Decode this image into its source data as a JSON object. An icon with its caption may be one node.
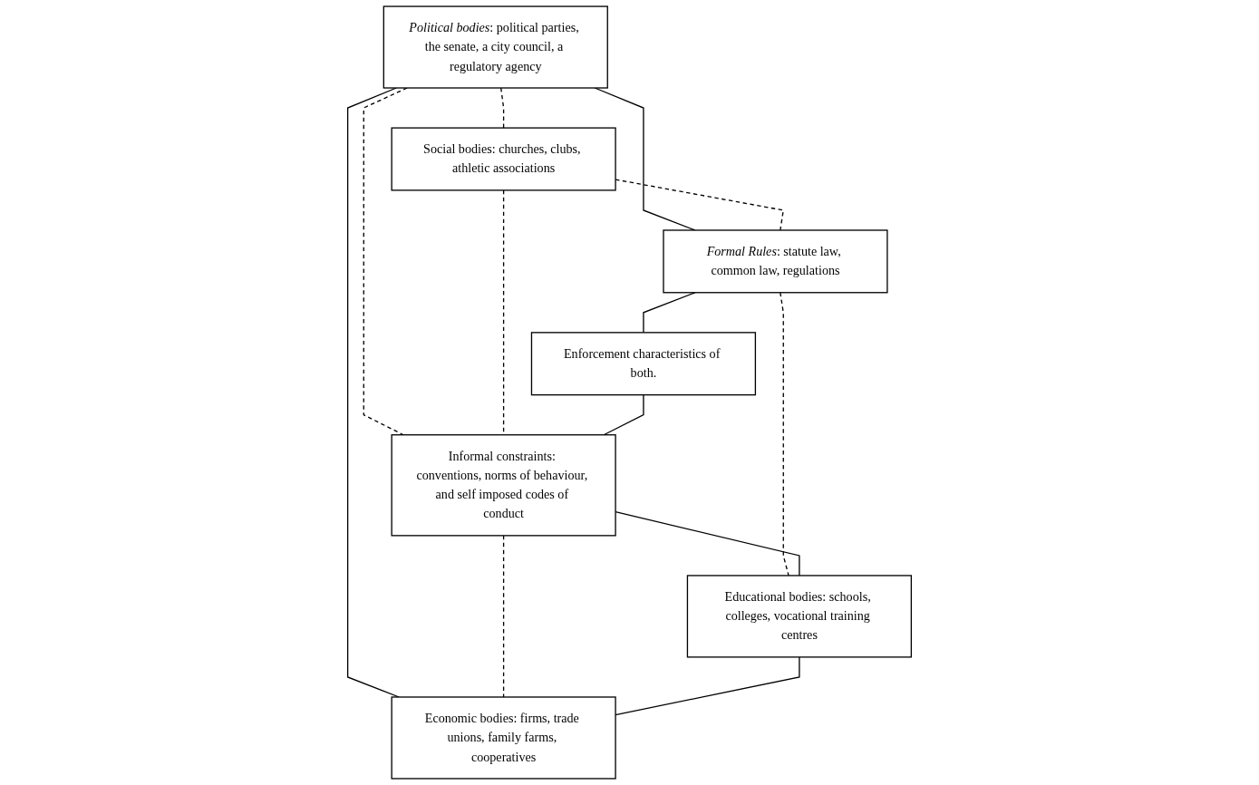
{
  "diagram": {
    "nodes": [
      {
        "text": [
          "*Political bodies*: political parties, the senate, a city council, a regulatory agency"
        ]
      },
      {
        "text": [
          "*Formal Rules*: statute law, common law, regulations"
        ]
      },
      {
        "text": [
          "Social bodies: churches, clubs, athletic associations"
        ]
      },
      {
        "text": [
          "Enforcement characteristics of both."
        ]
      },
      {
        "text": [
          "Informal constraints: conventions, norms of behaviour, and self imposed codes of conduct"
        ]
      },
      {
        "text": [
          "Economic bodies: firms, trade unions, family farms, cooperatives"
        ]
      },
      {
        "text": [
          "Educational bodies: schools, colleges, vocational training centres"
        ]
      }
    ],
    "edges": [
      {
        "from": 0,
        "to": 1,
        "arrow": "none"
      },
      {
        "from": 0,
        "to": 2,
        "arrow": "none",
        "style": "dashed"
      },
      {
        "from": 0,
        "to": 5,
        "arrow": "none"
      },
      {
        "from": 0,
        "to": 4,
        "arrow": "none",
        "style": "dashed"
      },
      {
        "from": 2,
        "to": 1,
        "arrow": "none",
        "style": "dashed"
      },
      {
        "from": 1,
        "to": 3,
        "arrow": "none"
      },
      {
        "from": 2,
        "to": 4,
        "arrow": "none",
        "style": "dashed"
      },
      {
        "from": 1,
        "to": 6,
        "arrow": "none",
        "style": "dashed"
      },
      {
        "from": 3,
        "to": 4,
        "arrow": "none"
      },
      {
        "from": 4,
        "to": 5,
        "arrow": "none",
        "style": "dashed"
      },
      {
        "from": 4,
        "to": 6,
        "arrow": "none"
      },
      {
        "from": 6,
        "to": 5,
        "arrow": "none"
      }
    ]
  }
}
